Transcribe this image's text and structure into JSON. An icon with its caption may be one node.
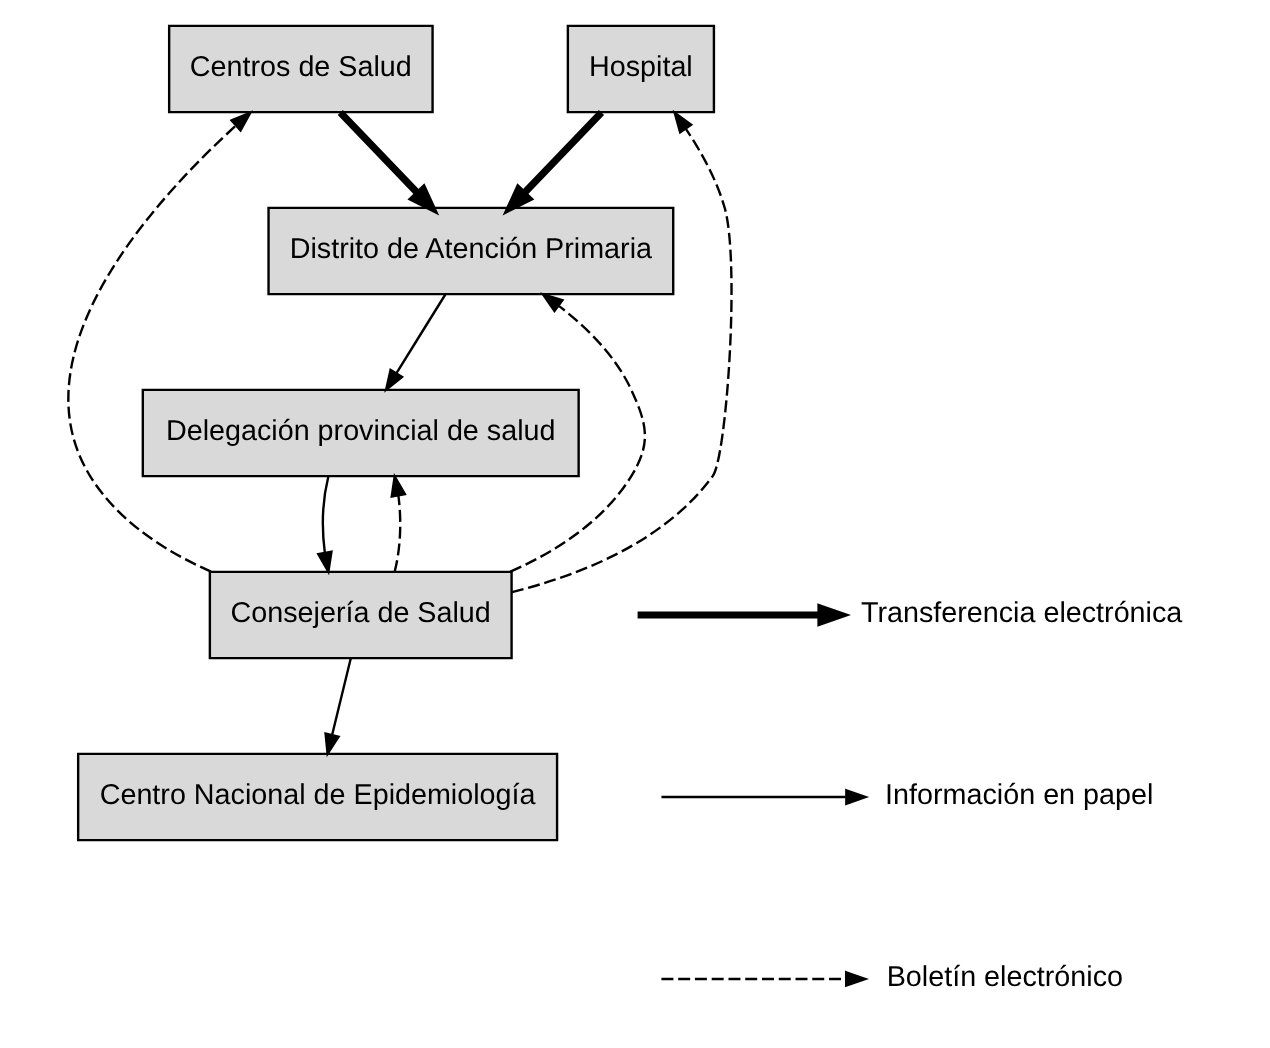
{
  "diagram": {
    "nodes": [
      {
        "text": [
          "Centros de Salud"
        ]
      },
      {
        "text": [
          "Hospital"
        ]
      },
      {
        "text": [
          "Distrito de Atención Primaria"
        ]
      },
      {
        "text": [
          "Delegación provincial de salud"
        ]
      },
      {
        "text": [
          "Consejería de Salud"
        ]
      },
      {
        "text": [
          "Centro Nacional de Epidemiología"
        ]
      }
    ],
    "edges": [
      {
        "from": 0,
        "to": 2,
        "arrow": "to",
        "style": "thick"
      },
      {
        "from": 1,
        "to": 2,
        "arrow": "to",
        "style": "thick"
      },
      {
        "from": 2,
        "to": 3,
        "arrow": "to"
      },
      {
        "from": 4,
        "to": 2,
        "arrow": "to",
        "style": "dashed"
      },
      {
        "from": 3,
        "to": 4,
        "arrow": "to"
      },
      {
        "from": 4,
        "to": 3,
        "arrow": "to",
        "style": "dashed"
      },
      {
        "from": 4,
        "to": 0,
        "arrow": "to",
        "style": "dashed"
      },
      {
        "from": 4,
        "to": 1,
        "arrow": "to",
        "style": "dashed"
      },
      {
        "from": 4,
        "to": 5,
        "arrow": "to"
      }
    ],
    "legend": [
      {
        "text": "Transferencia electrónica"
      },
      {
        "text": "Información en papel"
      },
      {
        "text": "Boletín electrónico"
      }
    ]
  }
}
